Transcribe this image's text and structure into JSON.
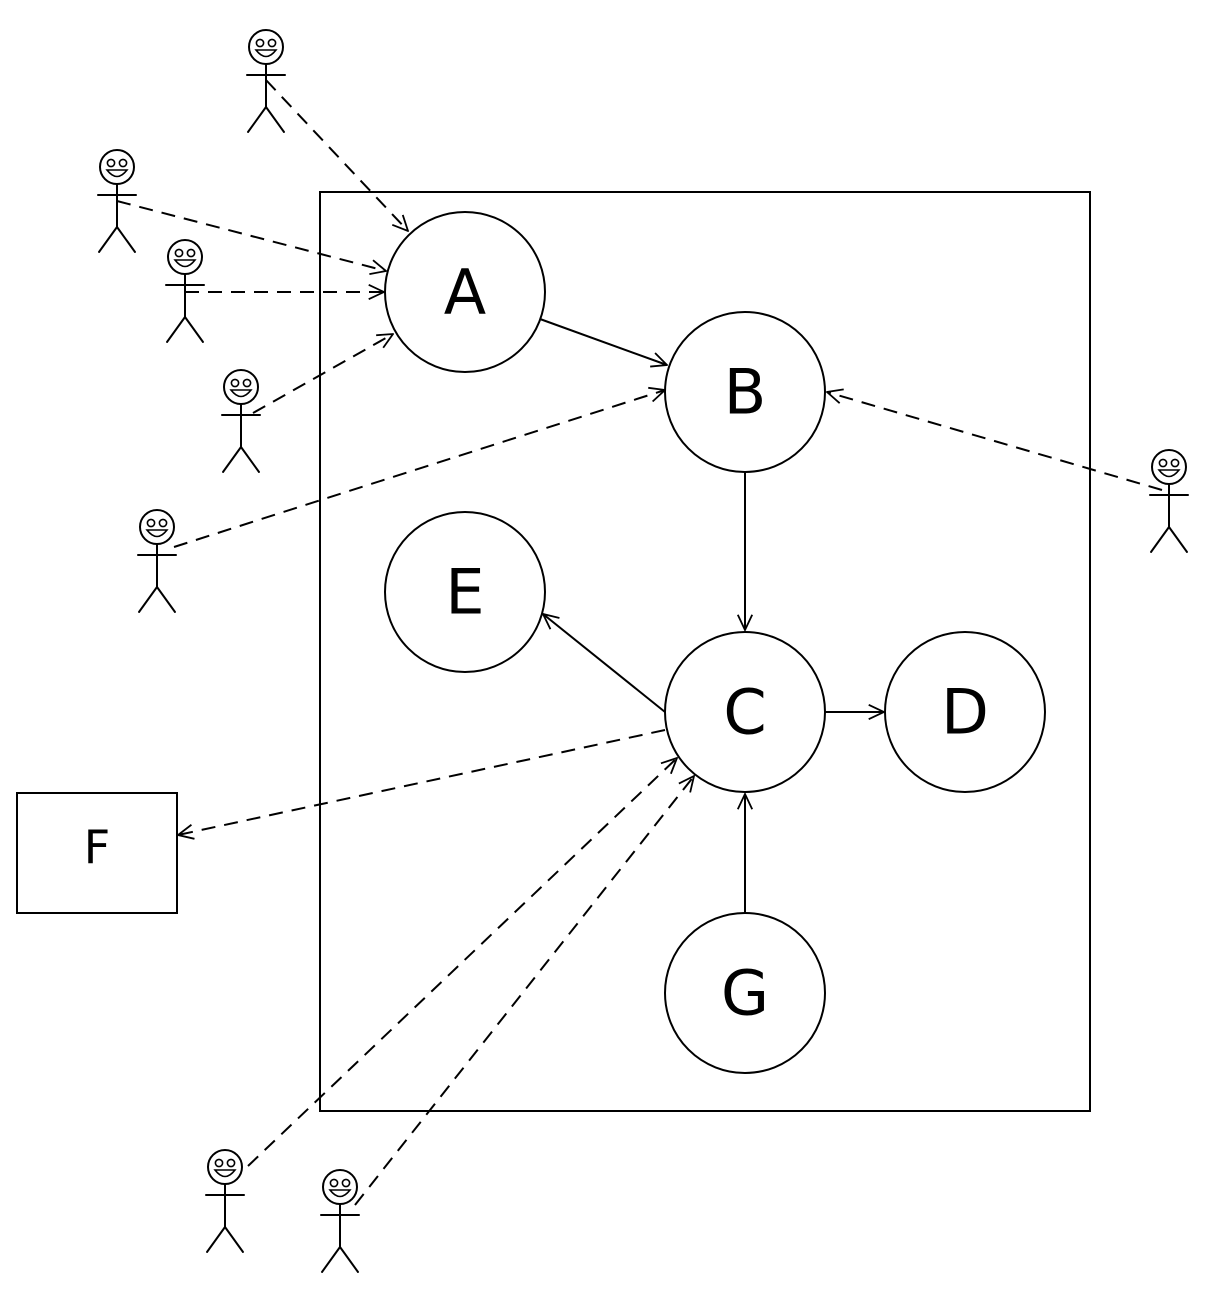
{
  "diagram": {
    "nodes": [
      {
        "id": "A",
        "label": "A"
      },
      {
        "id": "B",
        "label": "B"
      },
      {
        "id": "C",
        "label": "C"
      },
      {
        "id": "D",
        "label": "D"
      },
      {
        "id": "E",
        "label": "E"
      },
      {
        "id": "G",
        "label": "G"
      }
    ],
    "external_box": {
      "id": "F",
      "label": "F"
    },
    "edges": [
      {
        "from": "A",
        "to": "B",
        "style": "solid"
      },
      {
        "from": "B",
        "to": "C",
        "style": "solid"
      },
      {
        "from": "C",
        "to": "E",
        "style": "solid"
      },
      {
        "from": "C",
        "to": "D",
        "style": "solid"
      },
      {
        "from": "G",
        "to": "C",
        "style": "solid"
      },
      {
        "from": "C",
        "to": "F",
        "style": "dashed"
      },
      {
        "from": "actor-1",
        "to": "A",
        "style": "dashed"
      },
      {
        "from": "actor-2",
        "to": "A",
        "style": "dashed"
      },
      {
        "from": "actor-3",
        "to": "A",
        "style": "dashed"
      },
      {
        "from": "actor-4",
        "to": "A",
        "style": "dashed"
      },
      {
        "from": "actor-5",
        "to": "B",
        "style": "dashed"
      },
      {
        "from": "actor-6",
        "to": "B",
        "style": "dashed"
      },
      {
        "from": "actor-7",
        "to": "C",
        "style": "dashed"
      },
      {
        "from": "actor-8",
        "to": "C",
        "style": "dashed"
      }
    ],
    "actor_count": 8
  }
}
